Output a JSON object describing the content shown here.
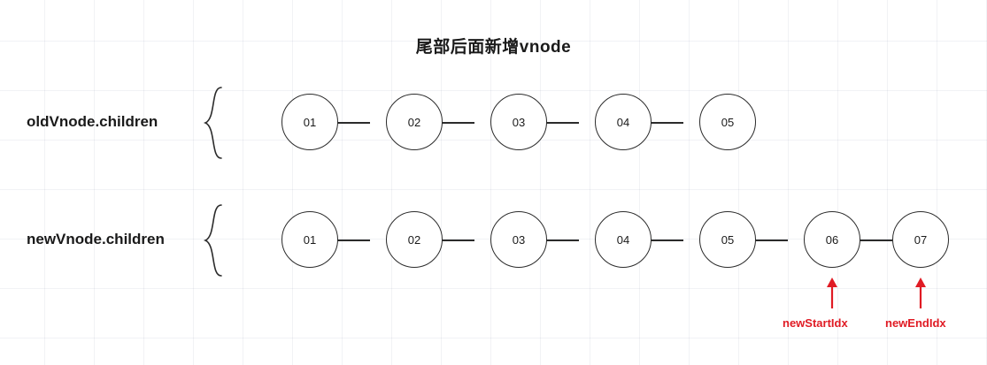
{
  "diagram": {
    "title": "尾部后面新增vnode",
    "rows": [
      {
        "label": "oldVnode.children",
        "nodes": [
          "01",
          "02",
          "03",
          "04",
          "05"
        ]
      },
      {
        "label": "newVnode.children",
        "nodes": [
          "01",
          "02",
          "03",
          "04",
          "05",
          "06",
          "07"
        ]
      }
    ],
    "annotations": [
      {
        "label": "newStartIdx",
        "target_node": "06",
        "color": "#e01b24"
      },
      {
        "label": "newEndIdx",
        "target_node": "07",
        "color": "#e01b24"
      }
    ],
    "colors": {
      "node_stroke": "#2b2b2b",
      "text": "#1a1a1a",
      "annotation": "#e01b24",
      "background": "#ffffff",
      "grid": "rgba(120,130,160,0.10)"
    }
  }
}
